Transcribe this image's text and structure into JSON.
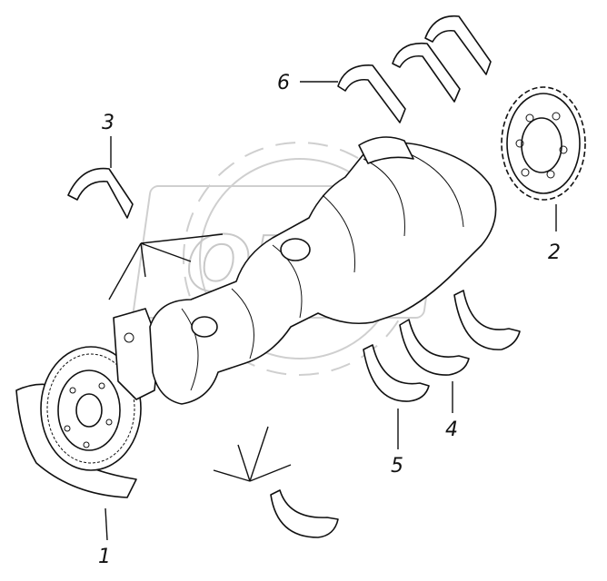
{
  "diagram": {
    "callouts": [
      {
        "id": "1",
        "text": "1"
      },
      {
        "id": "2",
        "text": "2"
      },
      {
        "id": "3",
        "text": "3"
      },
      {
        "id": "4",
        "text": "4"
      },
      {
        "id": "5",
        "text": "5"
      },
      {
        "id": "6",
        "text": "6"
      }
    ],
    "watermark": {
      "text": "OPEX"
    },
    "colors": {
      "line": "#111111",
      "watermark": "#c8c8c8",
      "background": "#ffffff"
    }
  }
}
